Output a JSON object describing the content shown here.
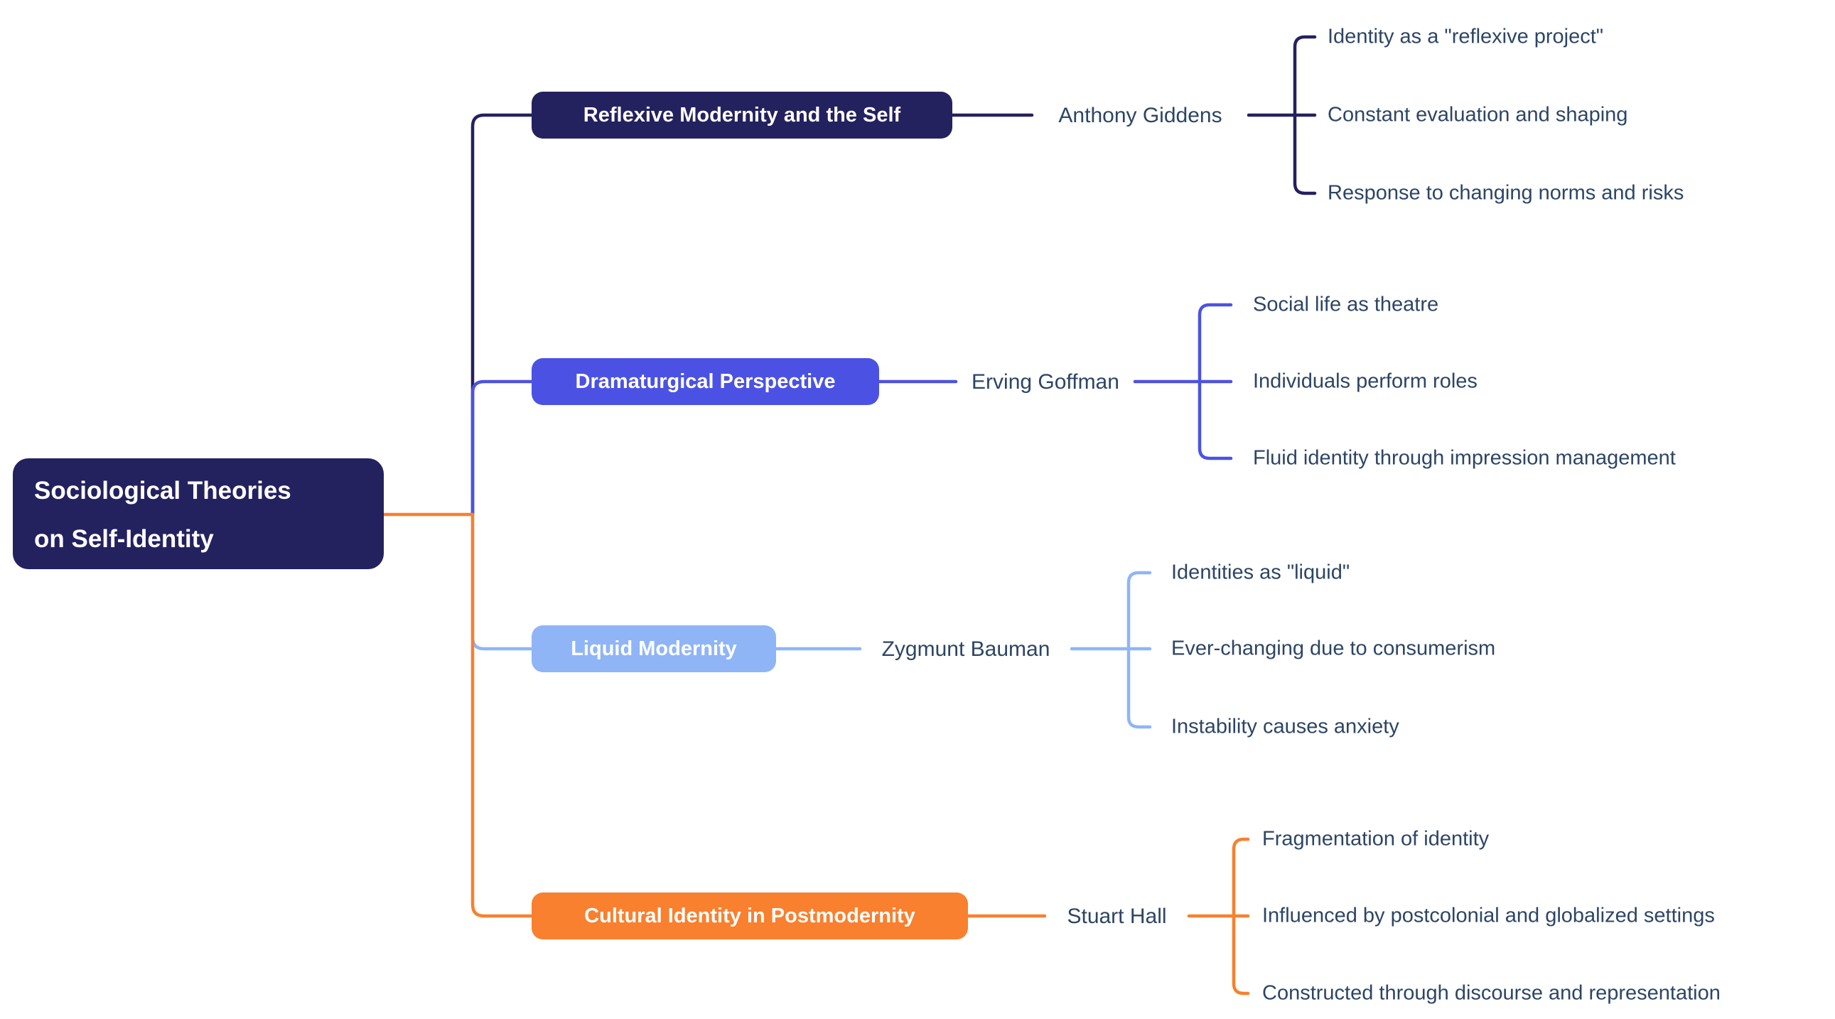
{
  "root": {
    "title_lines": [
      "Sociological Theories",
      "on Self-Identity"
    ],
    "color": "#24215F",
    "text_color": "#FFFFFF"
  },
  "branches": [
    {
      "label": "Reflexive Modernity and the Self",
      "author": "Anthony Giddens",
      "color": "#24215F",
      "leaves": [
        "Identity as a \"reflexive project\"",
        "Constant evaluation and shaping",
        "Response to changing norms and risks"
      ]
    },
    {
      "label": "Dramaturgical Perspective",
      "author": "Erving Goffman",
      "color": "#4B52E3",
      "leaves": [
        "Social life as theatre",
        "Individuals perform roles",
        "Fluid identity through impression management"
      ]
    },
    {
      "label": "Liquid Modernity",
      "author": "Zygmunt Bauman",
      "color": "#8FB5F7",
      "leaves": [
        "Identities as \"liquid\"",
        "Ever-changing due to consumerism",
        "Instability causes anxiety"
      ]
    },
    {
      "label": "Cultural Identity in Postmodernity",
      "author": "Stuart Hall",
      "color": "#F8802E",
      "leaves": [
        "Fragmentation of identity",
        "Influenced by postcolonial and globalized settings",
        "Constructed through discourse and representation"
      ]
    }
  ],
  "palette": {
    "background": "#FFFFFF",
    "trunk_navy": "#24215F",
    "branch_indigo": "#4B52E3",
    "branch_light_blue": "#8FB5F7",
    "branch_orange": "#F8802E",
    "label_text_dark": "#2D4564",
    "node_text_white": "#FFFFFF"
  }
}
